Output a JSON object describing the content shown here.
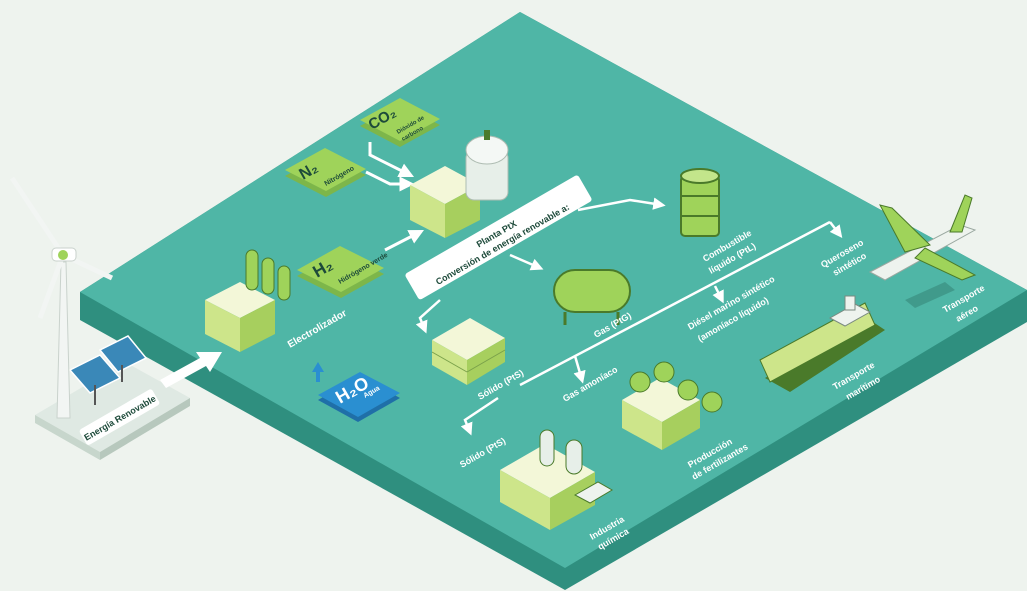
{
  "colors": {
    "background": "#eef3ee",
    "platform_top": "#4fb6a6",
    "platform_side": "#2f8f7f",
    "accent_green": "#9fd35a",
    "water_blue": "#2a8fd1",
    "label_dark": "#1d4a3a"
  },
  "labels": {
    "renewable": "Energía Renovable",
    "electrolyzer": "Electrolizador",
    "water_symbol": "H₂O",
    "water": "Agua",
    "hydrogen_symbol": "H₂",
    "hydrogen": "Hidrógeno verde",
    "nitrogen_symbol": "N₂",
    "nitrogen": "Nitrógeno",
    "co2_symbol": "CO₂",
    "co2_line1": "Dióxido de",
    "co2_line2": "carbono",
    "ptx_title": "Planta PtX",
    "ptx_subtitle": "Conversión de energía renovable a:",
    "liquid_line1": "Combustible",
    "liquid_line2": "líquido (PtL)",
    "gas": "Gas (PtG)",
    "solid_upper": "Sólido (PtS)",
    "solid_lower": "Sólido (PtS)",
    "ammonia_gas": "Gas amoníaco",
    "diesel_line1": "Diésel marino sintético",
    "diesel_line2": "(amoníaco líquido)",
    "kerosene_line1": "Queroseno",
    "kerosene_line2": "sintético",
    "air_line1": "Transporte",
    "air_line2": "aéreo",
    "maritime_line1": "Transporte",
    "maritime_line2": "marítimo",
    "fertilizer_line1": "Producción",
    "fertilizer_line2": "de fertilizantes",
    "chemical_line1": "Industria",
    "chemical_line2": "química"
  }
}
